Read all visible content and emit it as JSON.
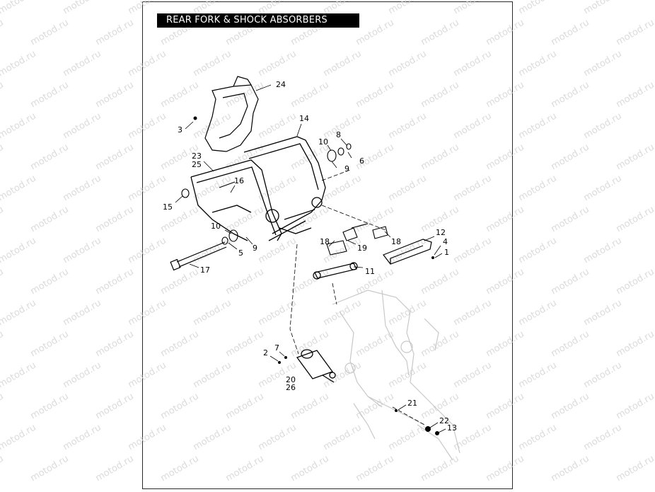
{
  "diagram": {
    "title": "REAR FORK & SHOCK ABSORBERS",
    "watermark": "motod.ru",
    "colors": {
      "ink": "#000000",
      "line": "#2a2a2a",
      "ghost": "#c8c8c8",
      "watermark": "#cfcfcf"
    },
    "callouts": [
      {
        "id": "c24",
        "label": "24"
      },
      {
        "id": "c3",
        "label": "3"
      },
      {
        "id": "c14",
        "label": "14"
      },
      {
        "id": "c8",
        "label": "8"
      },
      {
        "id": "c10a",
        "label": "10"
      },
      {
        "id": "c6",
        "label": "6"
      },
      {
        "id": "c9a",
        "label": "9"
      },
      {
        "id": "c23",
        "label": "23"
      },
      {
        "id": "c25",
        "label": "25"
      },
      {
        "id": "c16",
        "label": "16"
      },
      {
        "id": "c15",
        "label": "15"
      },
      {
        "id": "c10b",
        "label": "10"
      },
      {
        "id": "c9b",
        "label": "9"
      },
      {
        "id": "c5",
        "label": "5"
      },
      {
        "id": "c17",
        "label": "17"
      },
      {
        "id": "c12",
        "label": "12"
      },
      {
        "id": "c4",
        "label": "4"
      },
      {
        "id": "c1",
        "label": "1"
      },
      {
        "id": "c18a",
        "label": "18"
      },
      {
        "id": "c18b",
        "label": "18"
      },
      {
        "id": "c19",
        "label": "19"
      },
      {
        "id": "c11",
        "label": "11"
      },
      {
        "id": "c7",
        "label": "7"
      },
      {
        "id": "c2",
        "label": "2"
      },
      {
        "id": "c20",
        "label": "20"
      },
      {
        "id": "c26",
        "label": "26"
      },
      {
        "id": "c21",
        "label": "21"
      },
      {
        "id": "c22",
        "label": "22"
      },
      {
        "id": "c13",
        "label": "13"
      }
    ]
  }
}
